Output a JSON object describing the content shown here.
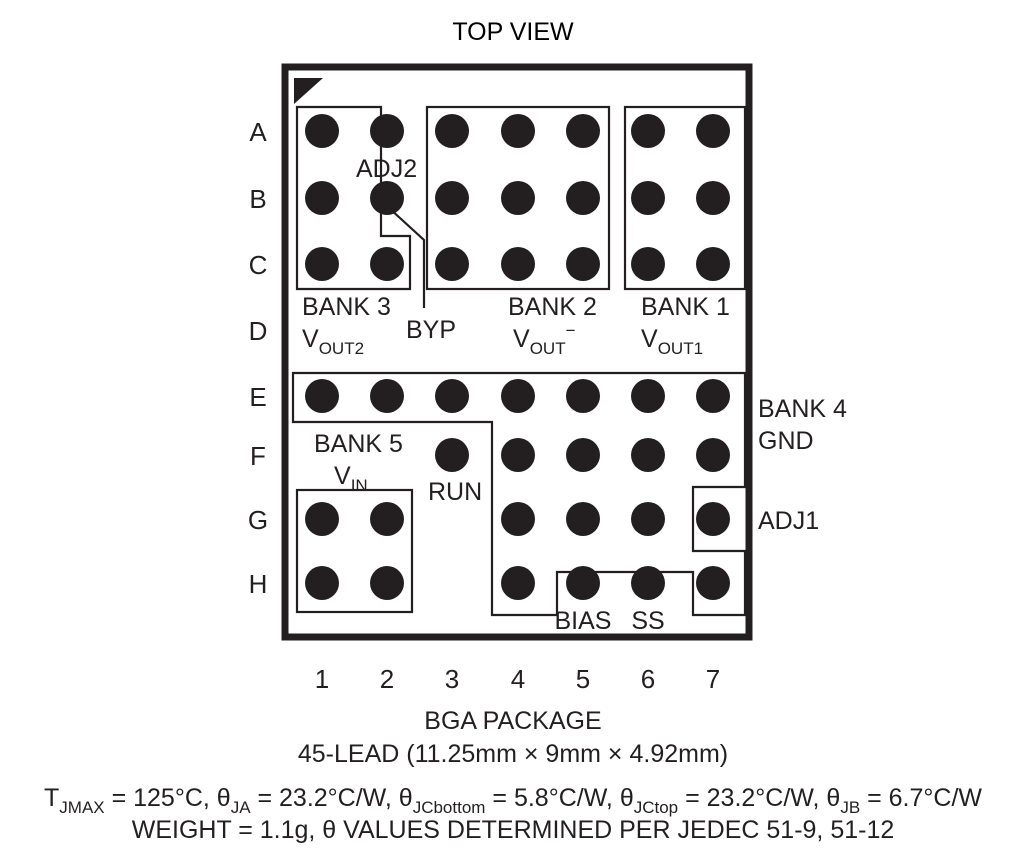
{
  "title": "TOP VIEW",
  "package": {
    "name": "BGA PACKAGE",
    "description": "45-LEAD (11.25mm × 9mm × 4.92mm)"
  },
  "thermal": {
    "line1_parts": {
      "tjmax_symbol": "T",
      "tjmax_sub": "JMAX",
      "tjmax_value": " = 125°C, ",
      "theta_ja_symbol": "θ",
      "theta_ja_sub": "JA",
      "theta_ja_value": " = 23.2°C/W, ",
      "theta_jcbottom_symbol": "θ",
      "theta_jcbottom_sub": "JCbottom",
      "theta_jcbottom_value": " = 5.8°C/W, ",
      "theta_jctop_symbol": "θ",
      "theta_jctop_sub": "JCtop",
      "theta_jctop_value": " = 23.2°C/W, ",
      "theta_jb_symbol": "θ",
      "theta_jb_sub": "JB",
      "theta_jb_value": " = 6.7°C/W"
    },
    "line2": "WEIGHT = 1.1g, θ VALUES DETERMINED PER JEDEC 51-9, 51-12"
  },
  "grid": {
    "row_labels": [
      "A",
      "B",
      "C",
      "D",
      "E",
      "F",
      "G",
      "H"
    ],
    "column_labels": [
      "1",
      "2",
      "3",
      "4",
      "5",
      "6",
      "7"
    ],
    "ball_count": 45,
    "balls": [
      {
        "id": "A1",
        "row": "A",
        "col": 1
      },
      {
        "id": "A2",
        "row": "A",
        "col": 2
      },
      {
        "id": "A3",
        "row": "A",
        "col": 3
      },
      {
        "id": "A4",
        "row": "A",
        "col": 4
      },
      {
        "id": "A5",
        "row": "A",
        "col": 5
      },
      {
        "id": "A6",
        "row": "A",
        "col": 6
      },
      {
        "id": "A7",
        "row": "A",
        "col": 7
      },
      {
        "id": "B1",
        "row": "B",
        "col": 1
      },
      {
        "id": "B2",
        "row": "B",
        "col": 2
      },
      {
        "id": "B3",
        "row": "B",
        "col": 3
      },
      {
        "id": "B4",
        "row": "B",
        "col": 4
      },
      {
        "id": "B5",
        "row": "B",
        "col": 5
      },
      {
        "id": "B6",
        "row": "B",
        "col": 6
      },
      {
        "id": "B7",
        "row": "B",
        "col": 7
      },
      {
        "id": "C1",
        "row": "C",
        "col": 1
      },
      {
        "id": "C2",
        "row": "C",
        "col": 2
      },
      {
        "id": "C3",
        "row": "C",
        "col": 3
      },
      {
        "id": "C4",
        "row": "C",
        "col": 4
      },
      {
        "id": "C5",
        "row": "C",
        "col": 5
      },
      {
        "id": "C6",
        "row": "C",
        "col": 6
      },
      {
        "id": "C7",
        "row": "C",
        "col": 7
      },
      {
        "id": "E1",
        "row": "E",
        "col": 1
      },
      {
        "id": "E2",
        "row": "E",
        "col": 2
      },
      {
        "id": "E3",
        "row": "E",
        "col": 3
      },
      {
        "id": "E4",
        "row": "E",
        "col": 4
      },
      {
        "id": "E5",
        "row": "E",
        "col": 5
      },
      {
        "id": "E6",
        "row": "E",
        "col": 6
      },
      {
        "id": "E7",
        "row": "E",
        "col": 7
      },
      {
        "id": "F3",
        "row": "F",
        "col": 3
      },
      {
        "id": "F4",
        "row": "F",
        "col": 4
      },
      {
        "id": "F5",
        "row": "F",
        "col": 5
      },
      {
        "id": "F6",
        "row": "F",
        "col": 6
      },
      {
        "id": "F7",
        "row": "F",
        "col": 7
      },
      {
        "id": "G1",
        "row": "G",
        "col": 1
      },
      {
        "id": "G2",
        "row": "G",
        "col": 2
      },
      {
        "id": "G4",
        "row": "G",
        "col": 4
      },
      {
        "id": "G5",
        "row": "G",
        "col": 5
      },
      {
        "id": "G6",
        "row": "G",
        "col": 6
      },
      {
        "id": "G7",
        "row": "G",
        "col": 7
      },
      {
        "id": "H1",
        "row": "H",
        "col": 1
      },
      {
        "id": "H2",
        "row": "H",
        "col": 2
      },
      {
        "id": "H4",
        "row": "H",
        "col": 4
      },
      {
        "id": "H5",
        "row": "H",
        "col": 5
      },
      {
        "id": "H6",
        "row": "H",
        "col": 6
      },
      {
        "id": "H7",
        "row": "H",
        "col": 7
      }
    ]
  },
  "banks": [
    {
      "key": "bank3",
      "name": "BANK 3",
      "signal_base": "V",
      "signal_sub": "OUT2",
      "signal_sup": "",
      "balls": [
        "A1",
        "B1",
        "C1",
        "C2"
      ]
    },
    {
      "key": "bank2",
      "name": "BANK 2",
      "signal_base": "V",
      "signal_sub": "OUT",
      "signal_sup": "−",
      "balls": [
        "A3",
        "A4",
        "A5",
        "B3",
        "B4",
        "B5",
        "C3",
        "C4",
        "C5"
      ]
    },
    {
      "key": "bank1",
      "name": "BANK 1",
      "signal_base": "V",
      "signal_sub": "OUT1",
      "signal_sup": "",
      "balls": [
        "A6",
        "A7",
        "B6",
        "B7",
        "C6",
        "C7"
      ]
    },
    {
      "key": "bank4",
      "name": "BANK 4",
      "signal_base": "GND",
      "signal_sub": "",
      "signal_sup": "",
      "balls": [
        "E1",
        "E2",
        "E3",
        "E4",
        "E5",
        "E6",
        "E7",
        "F4",
        "F5",
        "F6",
        "F7",
        "G4",
        "G5",
        "G6",
        "H4",
        "H7"
      ]
    },
    {
      "key": "bank5",
      "name": "BANK 5",
      "signal_base": "V",
      "signal_sub": "IN",
      "signal_sup": "",
      "balls": [
        "G1",
        "G2",
        "H1",
        "H2"
      ]
    }
  ],
  "pins": [
    {
      "key": "adj2",
      "label": "ADJ2",
      "ball": "A2"
    },
    {
      "key": "byp",
      "label": "BYP",
      "ball": "B2"
    },
    {
      "key": "run",
      "label": "RUN",
      "ball": "F3"
    },
    {
      "key": "adj1",
      "label": "ADJ1",
      "ball": "G7"
    },
    {
      "key": "bias",
      "label": "BIAS",
      "ball": "H5"
    },
    {
      "key": "ss",
      "label": "SS",
      "ball": "H6"
    }
  ],
  "colors": {
    "ink": "#231f20",
    "background": "#ffffff"
  }
}
